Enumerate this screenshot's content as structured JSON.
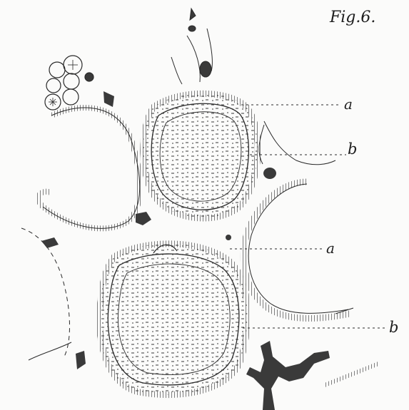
{
  "figure": {
    "title": "Fig.6.",
    "labels": [
      {
        "id": "a1",
        "text": "a"
      },
      {
        "id": "b1",
        "text": "b"
      },
      {
        "id": "a2",
        "text": "a"
      },
      {
        "id": "b2",
        "text": "b"
      }
    ]
  },
  "colors": {
    "ink": "#2a2a2a",
    "dark_spots": "#3a3a3a",
    "paper": "#fbfbfa"
  }
}
